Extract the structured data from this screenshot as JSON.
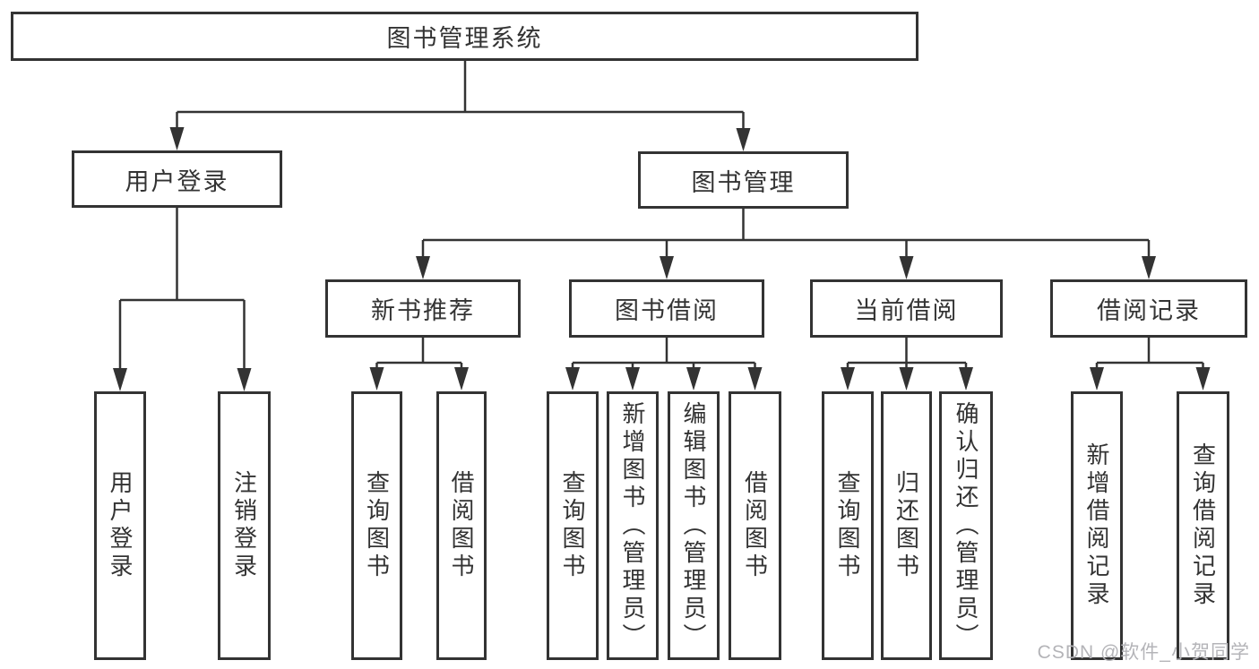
{
  "tree": {
    "root": {
      "label": "图书管理系统"
    },
    "branches": [
      {
        "label": "用户登录",
        "children": [
          {
            "label": "用户登录"
          },
          {
            "label": "注销登录"
          }
        ]
      },
      {
        "label": "图书管理",
        "children": [
          {
            "label": "新书推荐",
            "children": [
              {
                "label": "查询图书"
              },
              {
                "label": "借阅图书"
              }
            ]
          },
          {
            "label": "图书借阅",
            "children": [
              {
                "label": "查询图书"
              },
              {
                "label": "新增图书（管理员）"
              },
              {
                "label": "编辑图书（管理员）"
              },
              {
                "label": "借阅图书"
              }
            ]
          },
          {
            "label": "当前借阅",
            "children": [
              {
                "label": "查询图书"
              },
              {
                "label": "归还图书"
              },
              {
                "label": "确认归还（管理员）"
              }
            ]
          },
          {
            "label": "借阅记录",
            "children": [
              {
                "label": "新增借阅记录"
              },
              {
                "label": "查询借阅记录"
              }
            ]
          }
        ]
      }
    ]
  },
  "watermark": {
    "text": "CSDN @软件_小贺同学"
  },
  "colors": {
    "line": "#333333",
    "box_border": "#333333",
    "text": "#333333",
    "watermark": "#b4b4b8",
    "background": "#ffffff"
  }
}
